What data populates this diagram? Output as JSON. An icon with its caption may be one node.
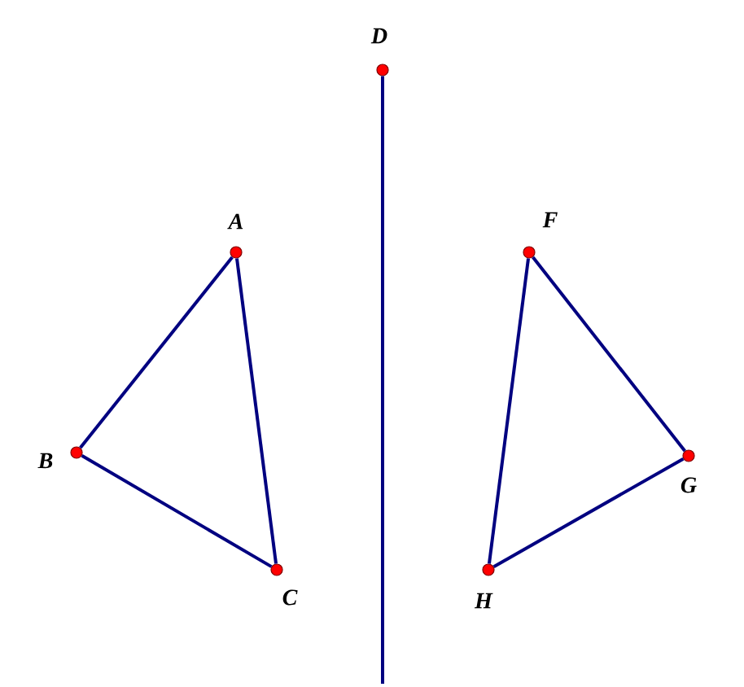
{
  "diagram": {
    "nodes": [
      {
        "text": [],
        "shape": "circle",
        "beside": [
          "D"
        ]
      },
      {
        "text": [],
        "shape": "circle",
        "beside": [
          "A"
        ]
      },
      {
        "text": [],
        "shape": "circle",
        "beside": [
          "B"
        ]
      },
      {
        "text": [],
        "shape": "circle",
        "beside": [
          "C"
        ]
      },
      {
        "text": [],
        "shape": "circle",
        "beside": [
          "F"
        ]
      },
      {
        "text": [],
        "shape": "circle",
        "beside": [
          "G"
        ]
      },
      {
        "text": [],
        "shape": "circle",
        "beside": [
          "H"
        ]
      }
    ],
    "edges": [
      {
        "from": 0,
        "to": null,
        "arrow": "none"
      },
      {
        "from": 1,
        "to": 2,
        "arrow": "none"
      },
      {
        "from": 2,
        "to": 3,
        "arrow": "none"
      },
      {
        "from": 3,
        "to": 1,
        "arrow": "none"
      },
      {
        "from": 4,
        "to": 5,
        "arrow": "none"
      },
      {
        "from": 5,
        "to": 6,
        "arrow": "none"
      },
      {
        "from": 6,
        "to": 4,
        "arrow": "none"
      }
    ]
  }
}
